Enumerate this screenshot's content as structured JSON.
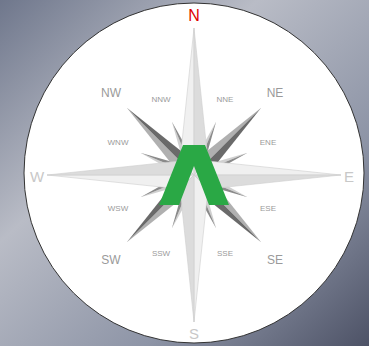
{
  "diagram": {
    "labels": [
      "N",
      "NW",
      "NNW",
      "NNE",
      "NE",
      "WNW",
      "ENE",
      "W",
      "E",
      "WSW",
      "ESE",
      "SW",
      "SSW",
      "SSE",
      "SE",
      "S"
    ]
  }
}
